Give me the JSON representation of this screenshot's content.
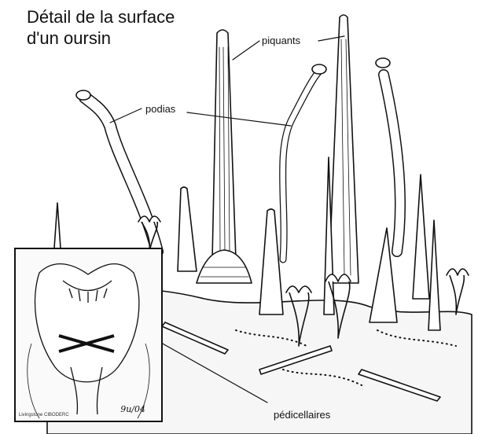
{
  "title": {
    "line1": "Détail de la surface",
    "line2": "d'un oursin"
  },
  "labels": {
    "piquants": "piquants",
    "podias": "podias",
    "pedicellaires": "pédicellaires"
  },
  "inset": {
    "credit": "Livingstone CIBODERC",
    "signature": "9u/04"
  },
  "colors": {
    "ink": "#111111",
    "background": "#ffffff"
  }
}
